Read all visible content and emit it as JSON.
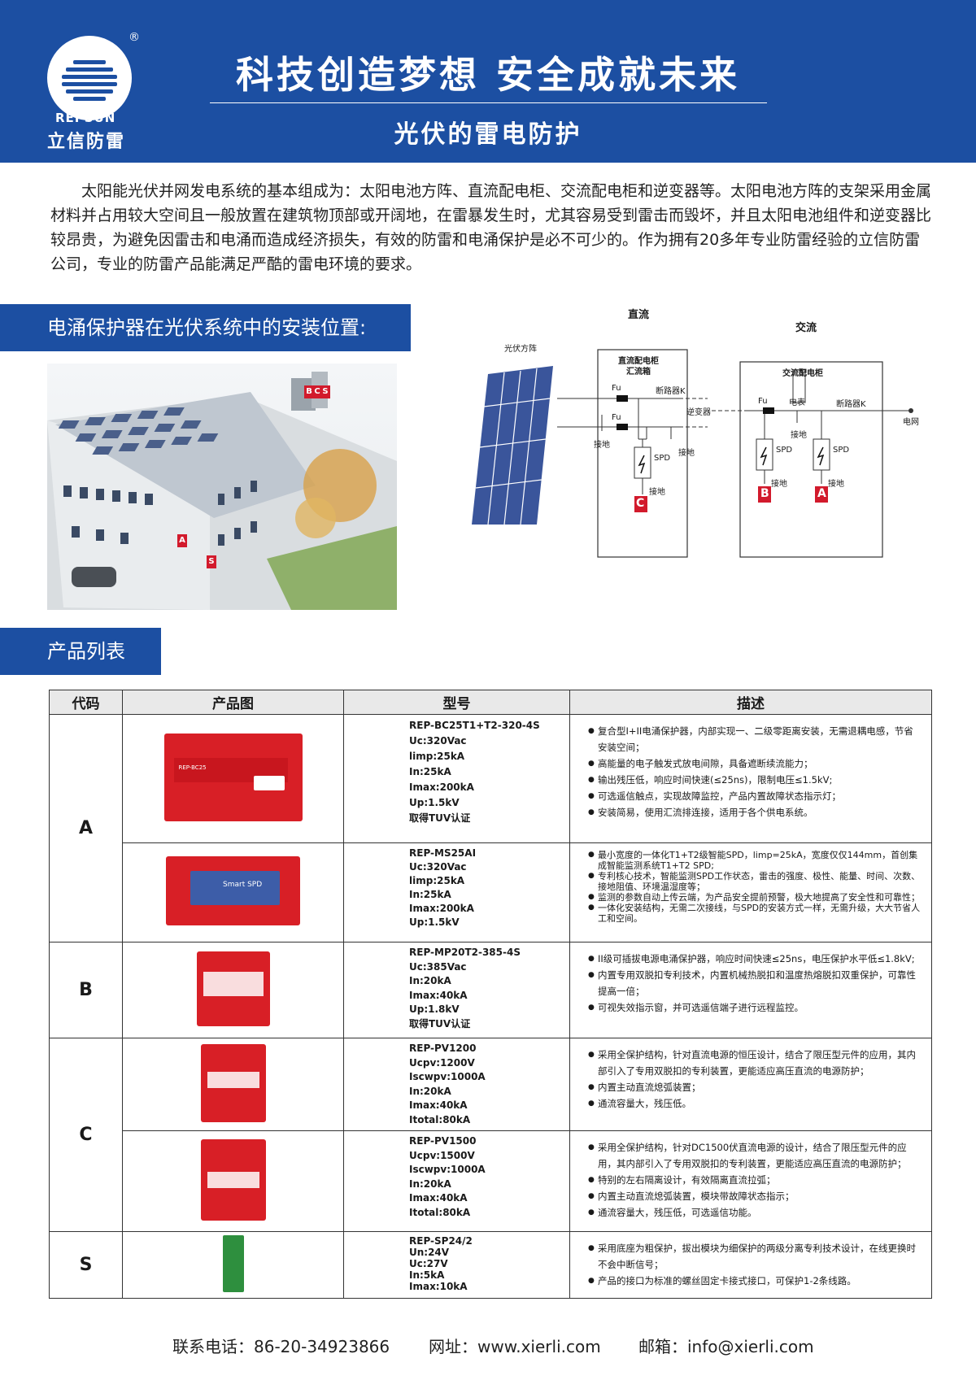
{
  "header": {
    "logo_reg": "®",
    "brand_en": "REPSUN",
    "brand_cn": "立信防雷",
    "slogan": "科技创造梦想 安全成就未来",
    "subtitle": "光伏的雷电防护"
  },
  "intro": "太阳能光伏并网发电系统的基本组成为：太阳电池方阵、直流配电柜、交流配电柜和逆变器等。太阳电池方阵的支架采用金属材料并占用较大空间且一般放置在建筑物顶部或开阔地，在雷暴发生时，尤其容易受到雷击而毁坏，并且太阳电池组件和逆变器比较昂贵，为避免因雷击和电涌而造成经济损失，有效的防雷和电涌保护是必不可少的。作为拥有20多年专业防雷经验的立信防雷公司，专业的防雷产品能满足严酷的雷电环境的要求。",
  "section1": {
    "title": "电涌保护器在光伏系统中的安装位置:"
  },
  "photo_badges": {
    "b": "B",
    "c": "C",
    "s": "S",
    "a": "A",
    "s2": "S"
  },
  "diagram": {
    "dc_title": "直流",
    "ac_title": "交流",
    "pv_array": "光伏方阵",
    "dc_box_title1": "直流配电柜",
    "dc_box_title2": "汇流箱",
    "ac_box_title": "交流配电柜",
    "fu": "Fu",
    "breaker_k": "断路器K",
    "inverter": "逆变器",
    "meter": "电表",
    "grid": "电网",
    "ground": "接地",
    "spd": "SPD",
    "label_a": "A",
    "label_b": "B",
    "label_c": "C"
  },
  "section2": {
    "title": "产品列表"
  },
  "table": {
    "headers": [
      "代码",
      "产品图",
      "型号",
      "描述"
    ],
    "codes": {
      "a": "A",
      "b": "B",
      "c": "C",
      "s": "S"
    },
    "rows": [
      {
        "model": [
          "REP-BC25T1+T2-320-4S",
          "Uc:320Vac",
          "limp:25kA",
          "In:25kA",
          "Imax:200kA",
          "Up:1.5kV",
          "取得TUV认证"
        ],
        "desc": [
          "复合型I+II电涌保护器，内部实现一、二级零距离安装，无需退耦电感，节省安装空间；",
          "高能量的电子触发式放电间隙，具备遮断续流能力；",
          "输出残压低，响应时间快速(≤25ns)，限制电压≤1.5kV;",
          "可选遥信触点，实现故障监控，产品内置故障状态指示灯；",
          "安装简易，使用汇流排连接，适用于各个供电系统。"
        ],
        "label": "REP-BC25"
      },
      {
        "model": [
          "REP-MS25AI",
          "Uc:320Vac",
          "limp:25kA",
          "In:25kA",
          "Imax:200kA",
          "Up:1.5kV"
        ],
        "desc": [
          "最小宽度的一体化T1+T2级智能SPD，limp=25kA，宽度仅仅144mm，首创集成智能监测系统T1+T2 SPD;",
          "专利核心技术，智能监测SPD工作状态，雷击的强度、极性、能量、时间、次数、接地阻值、环境温湿度等；",
          "监测的参数自动上传云端，为产品安全提前预警，极大地提高了安全性和可靠性；",
          "一体化安装结构，无需二次接线，与SPD的安装方式一样，无需升级，大大节省人工和空间。"
        ],
        "label": "Smart SPD"
      },
      {
        "model": [
          "REP-MP20T2-385-4S",
          "Uc:385Vac",
          "In:20kA",
          "Imax:40kA",
          "Up:1.8kV",
          "取得TUV认证"
        ],
        "desc": [
          "II级可插拔电源电涌保护器，响应时间快速≤25ns，电压保护水平低≤1.8kV;",
          "内置专用双脱扣专利技术，内置机械热脱扣和温度热熔脱扣双重保护，可靠性提高一倍；",
          "可视失效指示窗，并可选遥信端子进行远程监控。"
        ]
      },
      {
        "model": [
          "REP-PV1200",
          "Ucpv:1200V",
          "Iscwpv:1000A",
          "In:20kA",
          "Imax:40kA",
          "Itotal:80kA"
        ],
        "desc": [
          "采用全保护结构，针对直流电源的恒压设计，结合了限压型元件的应用，其内部引入了专用双脱扣的专利装置，更能适应高压直流的电源防护；",
          "内置主动直流熄弧装置；",
          "通流容量大，残压低。"
        ]
      },
      {
        "model": [
          "REP-PV1500",
          "Ucpv:1500V",
          "Iscwpv:1000A",
          "In:20kA",
          "Imax:40kA",
          "Itotal:80kA"
        ],
        "desc": [
          "采用全保护结构，针对DC1500伏直流电源的设计，结合了限压型元件的应用，其内部引入了专用双脱扣的专利装置，更能适应高压直流的电源防护；",
          "特别的左右隔离设计，有效隔离直流拉弧；",
          "内置主动直流熄弧装置，模块带故障状态指示；",
          "通流容量大，残压低，可选遥信功能。"
        ]
      },
      {
        "model": [
          "REP-SP24/2",
          "Un:24V",
          "Uc:27V",
          "In:5kA",
          "Imax:10kA"
        ],
        "desc": [
          "采用底座为粗保护，拔出模块为细保护的两级分离专利技术设计，在线更换时不会中断信号；",
          "产品的接口为标准的螺丝固定卡接式接口，可保护1-2条线路。"
        ]
      }
    ]
  },
  "footer": {
    "phone": "联系电话：86-20-34923866",
    "web": "网址：www.xierli.com",
    "email": "邮箱：info@xierli.com"
  }
}
